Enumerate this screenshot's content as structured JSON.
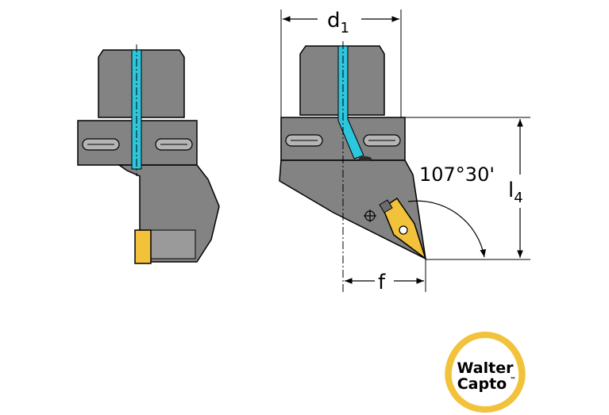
{
  "dimensions": {
    "d1": {
      "main": "d",
      "sub": "1"
    },
    "l4": {
      "main": "l",
      "sub": "4"
    },
    "f": "f",
    "angle": "107°30'"
  },
  "logo": {
    "line1": "Walter",
    "line2": "Capto",
    "tm": "™"
  },
  "colors": {
    "body": "#838383",
    "body_dark": "#6c6c6c",
    "body_light": "#a6a6a6",
    "coolant": "#2ec6dc",
    "insert": "#f2c23a",
    "logo_ring": "#f2c23a",
    "line": "#000000"
  }
}
